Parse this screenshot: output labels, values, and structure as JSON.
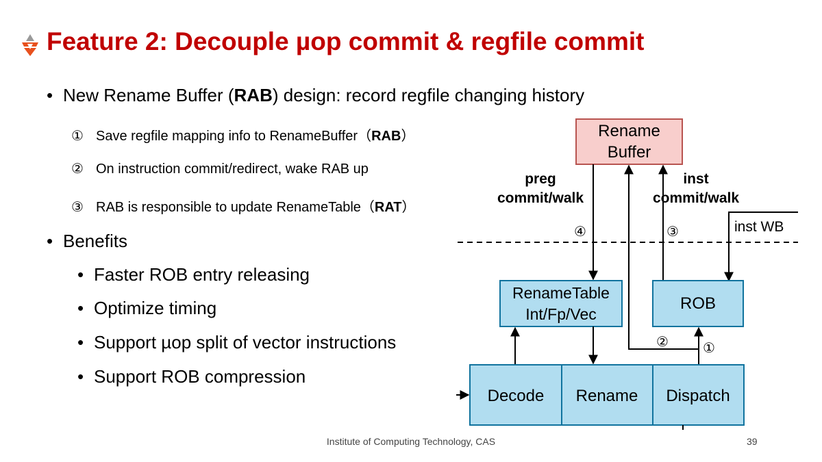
{
  "title": "Feature 2: Decouple µop commit & regfile commit",
  "bullets": {
    "rab": {
      "pre": "New Rename Buffer (",
      "bold": "RAB",
      "post": ") design: record regfile changing history"
    },
    "steps": [
      {
        "num": "①",
        "pre": "Save regfile mapping info to RenameBuffer（",
        "bold": "RAB",
        "post": "）"
      },
      {
        "num": "②",
        "pre": "On instruction commit/redirect, wake RAB up",
        "bold": "",
        "post": ""
      },
      {
        "num": "③",
        "pre": "RAB is responsible to update RenameTable（",
        "bold": "RAT",
        "post": "）"
      }
    ],
    "benefits_heading": "Benefits",
    "benefits": [
      "Faster ROB entry releasing",
      "Optimize timing",
      "Support µop split of vector instructions",
      "Support ROB compression"
    ]
  },
  "diagram": {
    "rename_buffer": [
      "Rename",
      "Buffer"
    ],
    "rename_table": [
      "RenameTable",
      "Int/Fp/Vec"
    ],
    "rob": "ROB",
    "decode": "Decode",
    "rename": "Rename",
    "dispatch": "Dispatch",
    "preg_label": [
      "preg",
      "commit/walk"
    ],
    "inst_label": [
      "inst",
      "commit/walk"
    ],
    "inst_wb": "inst WB",
    "marker_1": "①",
    "marker_2": "②",
    "marker_3": "③",
    "marker_4": "④"
  },
  "footer": "Institute of Computing Technology, CAS",
  "page_number": "39",
  "colors": {
    "title": "#c00000",
    "rab_fill": "#f8cecc",
    "rab_stroke": "#b85450",
    "box_fill": "#b1ddf0",
    "box_stroke": "#10739e",
    "logo_orange": "#e8511e"
  }
}
